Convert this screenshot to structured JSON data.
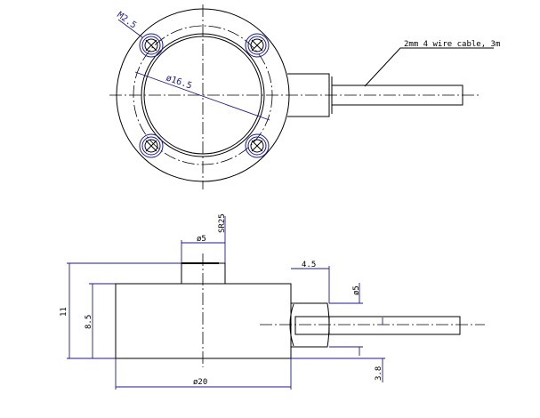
{
  "top_view": {
    "hole_label": "M2.5",
    "diameter_label": "ø16.5",
    "cable_note": "2mm 4 wire cable, 3m"
  },
  "side_view": {
    "boss_diameter": "ø5",
    "sphere_radius": "SR25",
    "total_height": "11",
    "body_height": "8.5",
    "body_diameter": "ø20",
    "connector_length": "4.5",
    "connector_diameter": "ø5",
    "cable_offset": "3.8"
  },
  "colors": {
    "dimension": "#1a1a8c",
    "outline": "#000000"
  }
}
